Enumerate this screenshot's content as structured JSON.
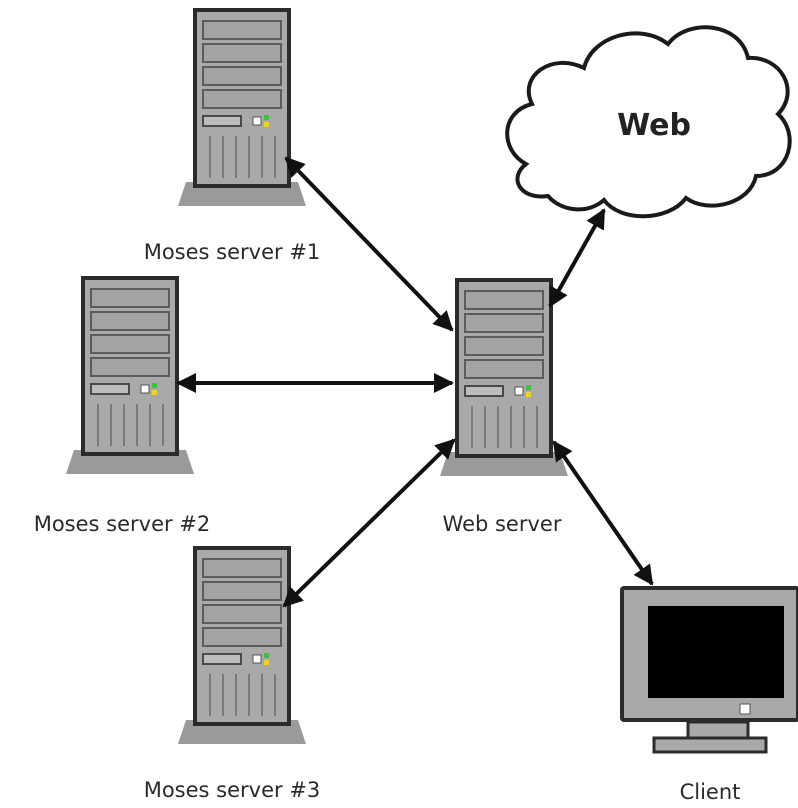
{
  "nodes": {
    "moses_server_1": {
      "label": "Moses server #1",
      "kind": "server"
    },
    "moses_server_2": {
      "label": "Moses server #2",
      "kind": "server"
    },
    "moses_server_3": {
      "label": "Moses server #3",
      "kind": "server"
    },
    "web_server": {
      "label": "Web server",
      "kind": "server"
    },
    "web": {
      "label": "Web",
      "kind": "cloud"
    },
    "client": {
      "label": "Client",
      "kind": "monitor"
    }
  },
  "edges": [
    {
      "from": "moses_server_1",
      "to": "web_server",
      "arrows": "both"
    },
    {
      "from": "moses_server_2",
      "to": "web_server",
      "arrows": "both"
    },
    {
      "from": "moses_server_3",
      "to": "web_server",
      "arrows": "both"
    },
    {
      "from": "web_server",
      "to": "web",
      "arrows": "both"
    },
    {
      "from": "web_server",
      "to": "client",
      "arrows": "both"
    }
  ],
  "colors": {
    "server_body": "#a9a9a9",
    "server_outline": "#2b2b2b",
    "server_base": "#9a9a9a",
    "led_green": "#3cc23c",
    "led_yellow": "#e8d23a",
    "screen": "#000000",
    "arrow": "#111111"
  }
}
